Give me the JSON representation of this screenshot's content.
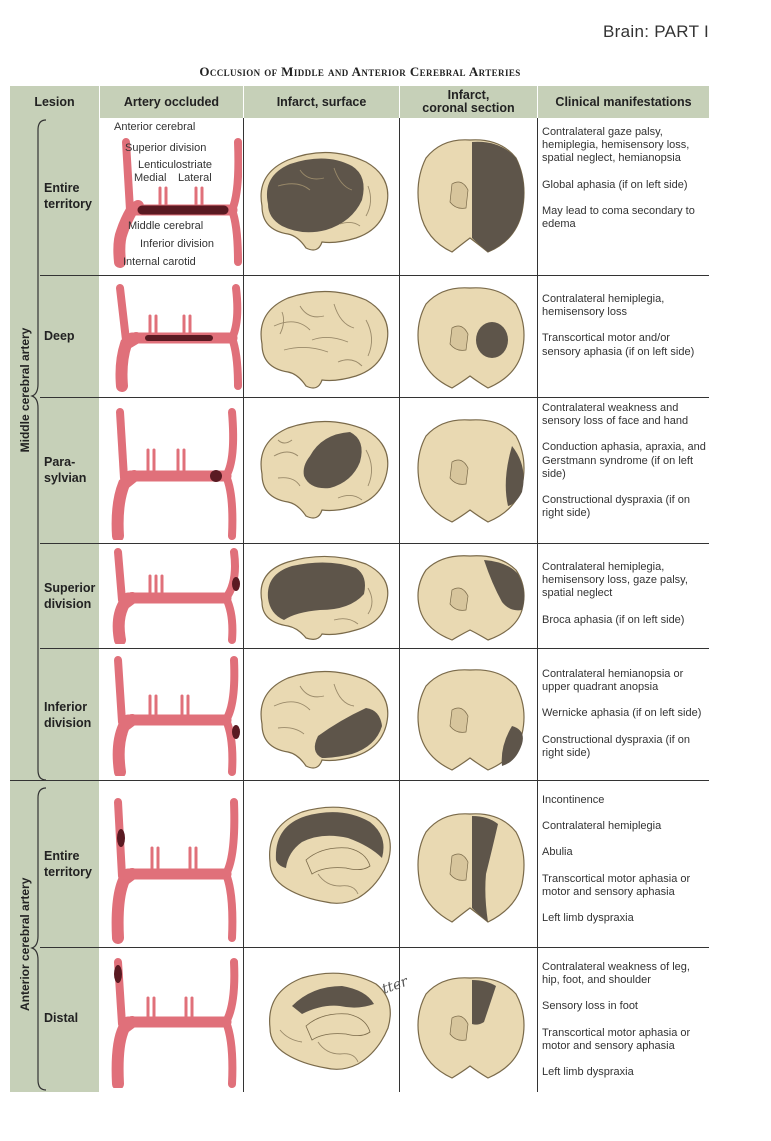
{
  "header": {
    "section": "Brain: PART I"
  },
  "title": "Occlusion of Middle and Anterior Cerebral Arteries",
  "columns": [
    "Lesion",
    "Artery occluded",
    "Infarct, surface",
    "Infarct,\ncoronal section",
    "Clinical manifestations"
  ],
  "groups": [
    {
      "label": "Middle cerebral artery"
    },
    {
      "label": "Anterior cerebral artery"
    }
  ],
  "artery_labels": {
    "anterior_cerebral": "Anterior cerebral",
    "superior_division": "Superior division",
    "lenticulostriate": "Lenticulostriate",
    "medial": "Medial",
    "lateral": "Lateral",
    "middle_cerebral": "Middle cerebral",
    "inferior_division": "Inferior division",
    "internal_carotid": "Internal carotid"
  },
  "rows": [
    {
      "lesion": "Entire territory",
      "manifestations": [
        "Contralateral gaze palsy, hemiplegia, hemisensory loss, spatial neglect, hemianopsia",
        "Global aphasia (if on left side)",
        "May lead to coma secondary to edema"
      ]
    },
    {
      "lesion": "Deep",
      "manifestations": [
        "Contralateral hemiplegia, hemisensory loss",
        "Transcortical motor and/or sensory aphasia (if on left side)"
      ]
    },
    {
      "lesion": "Para-sylvian",
      "manifestations": [
        "Contralateral weakness and sensory loss of face and hand",
        "Conduction aphasia, apraxia, and Gerstmann syndrome (if on left side)",
        "Constructional dyspraxia (if on right side)"
      ]
    },
    {
      "lesion": "Superior division",
      "manifestations": [
        "Contralateral hemiplegia, hemisensory loss, gaze palsy, spatial neglect",
        "Broca aphasia (if on left side)"
      ]
    },
    {
      "lesion": "Inferior division",
      "manifestations": [
        "Contralateral hemianopsia or upper quadrant anopsia",
        "Wernicke aphasia (if on left side)",
        "Constructional dyspraxia (if on right side)"
      ]
    },
    {
      "lesion": "Entire territory",
      "manifestations": [
        "Incontinence",
        "Contralateral hemiplegia",
        "Abulia",
        "Transcortical motor aphasia or motor and sensory aphasia",
        "Left limb dyspraxia"
      ]
    },
    {
      "lesion": "Distal",
      "manifestations": [
        "Contralateral weakness of leg, hip, foot, and shoulder",
        "Sensory loss in foot",
        "Transcortical motor aphasia or motor and sensory aphasia",
        "Left limb dyspraxia"
      ]
    }
  ],
  "signature": "F. Netter",
  "colors": {
    "header_bg": "#c6d0b8",
    "artery": "#e0707a",
    "artery_dark": "#b8495a",
    "occlusion": "#5a1a22",
    "brain": "#e9d9b2",
    "infarct": "#5e554a"
  }
}
